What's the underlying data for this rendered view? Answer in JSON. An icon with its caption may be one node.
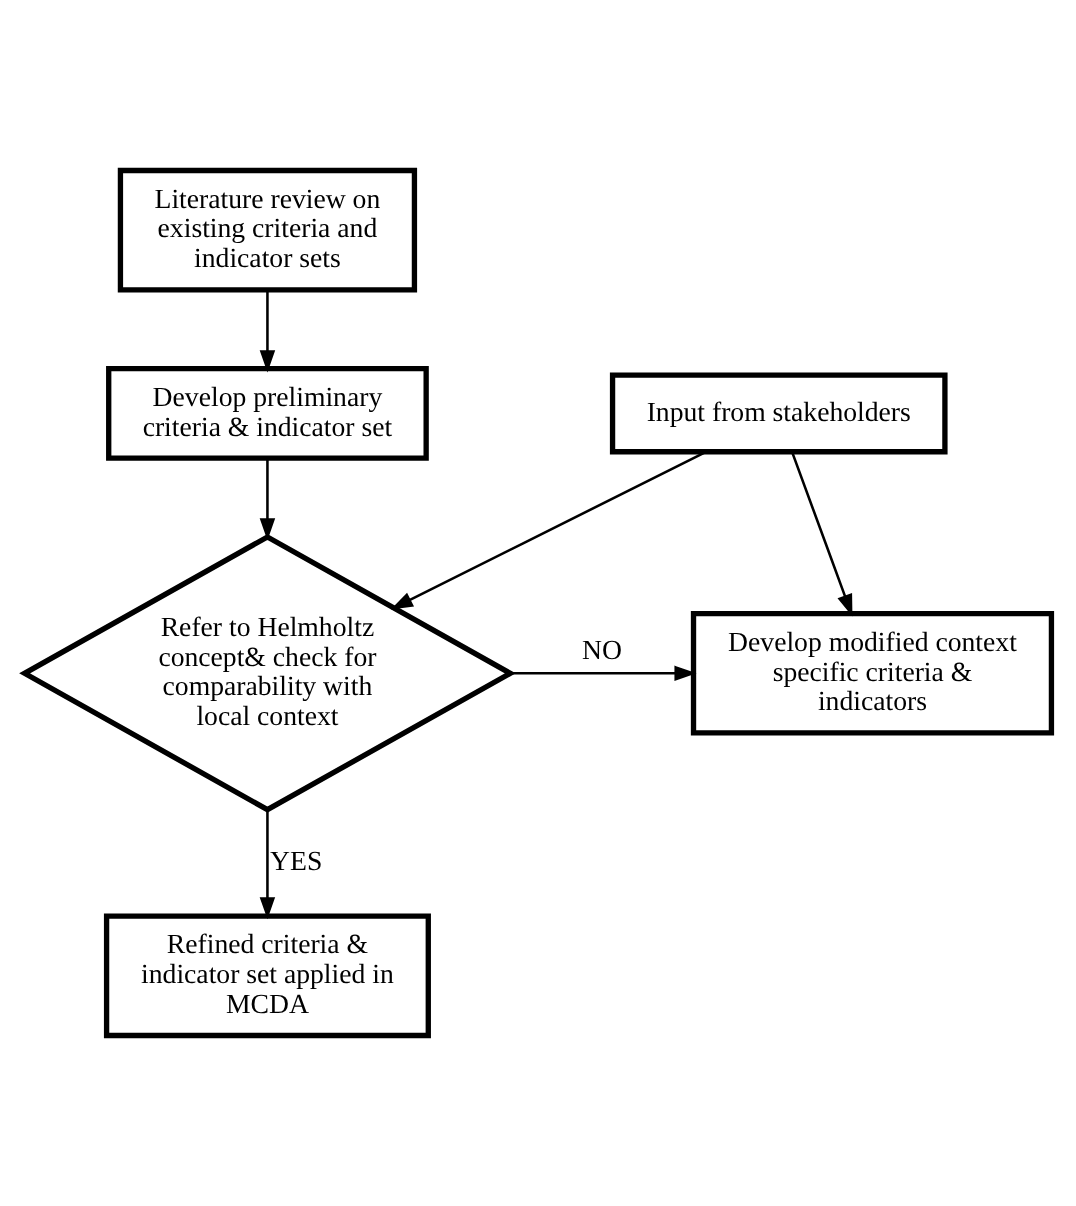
{
  "diagram": {
    "nodes": [
      {
        "text": [
          "Literature review on existing criteria and indicator sets"
        ]
      },
      {
        "text": [
          "Develop preliminary criteria & indicator set"
        ]
      },
      {
        "text": [
          "Refer to Helmholtz concept& check for comparability with local context"
        ]
      },
      {
        "text": [
          "Input from stakeholders"
        ]
      },
      {
        "text": [
          "Develop modified context specific criteria & indicators"
        ]
      },
      {
        "text": [
          "Refined criteria & indicator set applied in MCDA"
        ]
      }
    ],
    "edges": [
      {
        "from": 0,
        "to": 1,
        "arrow": "to"
      },
      {
        "from": 1,
        "to": 2,
        "arrow": "to"
      },
      {
        "from": 3,
        "to": 2,
        "arrow": "to"
      },
      {
        "from": 3,
        "to": 4,
        "arrow": "to"
      },
      {
        "from": 2,
        "to": 4,
        "arrow": "to",
        "label": "NO"
      },
      {
        "from": 2,
        "to": 5,
        "arrow": "to",
        "label": "YES"
      }
    ]
  }
}
